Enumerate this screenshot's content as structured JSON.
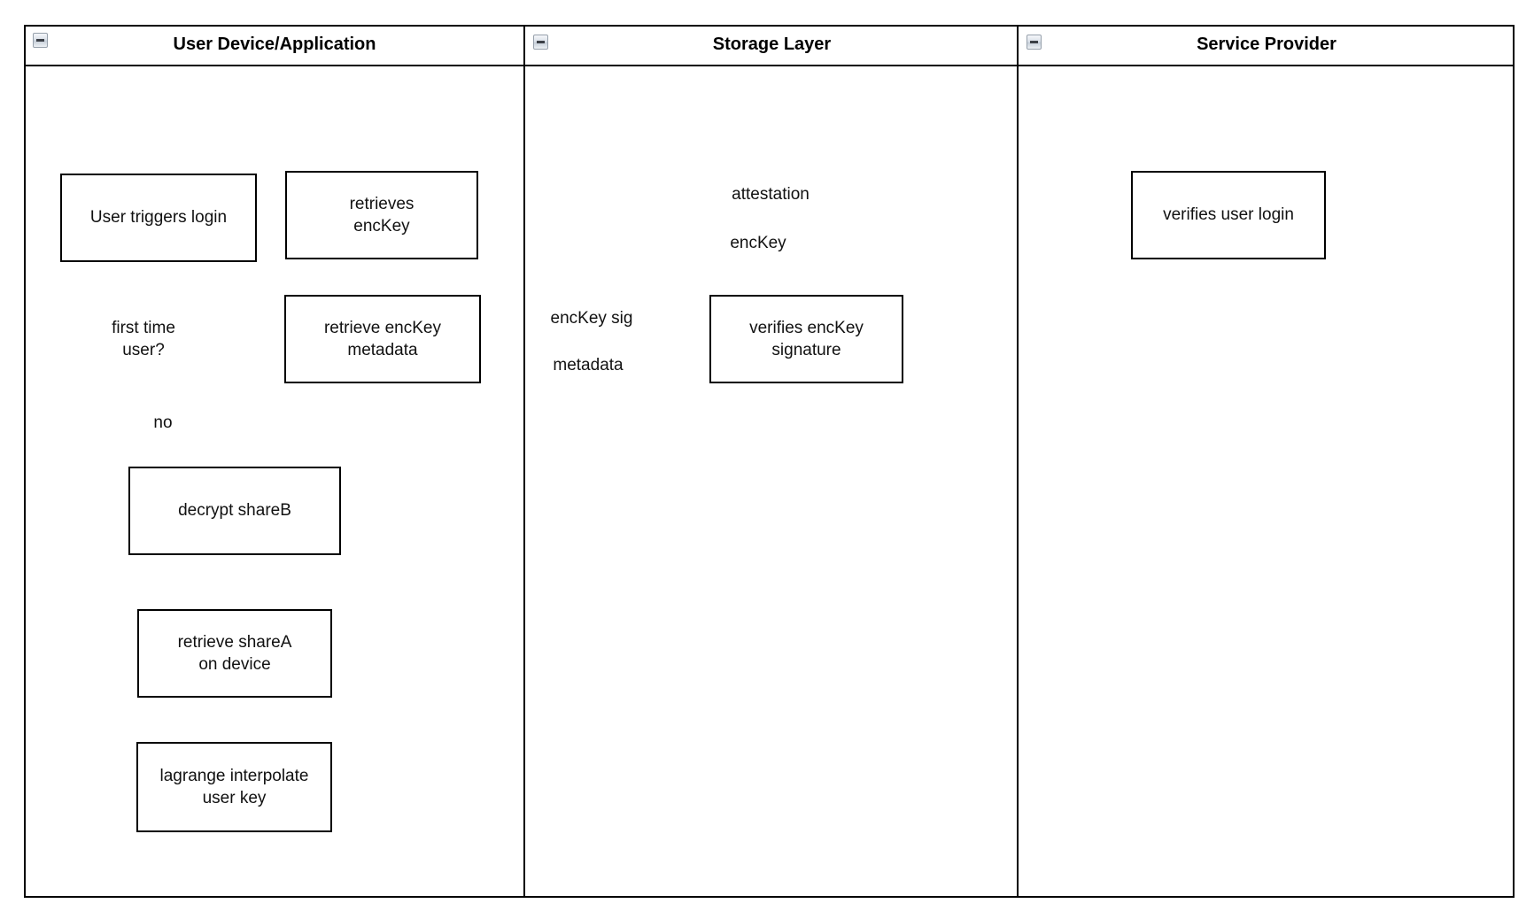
{
  "diagram": {
    "type": "uml-activity-swimlane",
    "lanes": [
      {
        "title": "User Device/Application"
      },
      {
        "title": "Storage Layer"
      },
      {
        "title": "Service Provider"
      }
    ],
    "nodes": {
      "start": {
        "shape": "initial-node"
      },
      "user_triggers_login": {
        "label": "User triggers login"
      },
      "retrieves_enckey": {
        "label": "retrieves\nencKey"
      },
      "verifies_user_login": {
        "label": "verifies user login"
      },
      "retrieve_enckey_metadata": {
        "label": "retrieve encKey\nmetadata"
      },
      "verifies_enckey_signature": {
        "label": "verifies encKey\nsignature"
      },
      "first_time_user": {
        "label": "first time\nuser?"
      },
      "decrypt_shareb": {
        "label": "decrypt shareB"
      },
      "retrieve_sharea": {
        "label": "retrieve shareA\non device"
      },
      "lagrange_interpolate": {
        "label": "lagrange interpolate\nuser key"
      }
    },
    "edge_labels": {
      "attestation": "attestation",
      "enckey": "encKey",
      "enckey_sig": "encKey sig",
      "metadata": "metadata",
      "no": "no"
    },
    "colors": {
      "flow_arrow": "#a9534d",
      "start_accent": "#ee3b2f",
      "diamond_fill": "#fcf9d2",
      "diamond_border": "#ee3b2f",
      "node_border": "#000000",
      "lane_border": "#000000"
    }
  }
}
